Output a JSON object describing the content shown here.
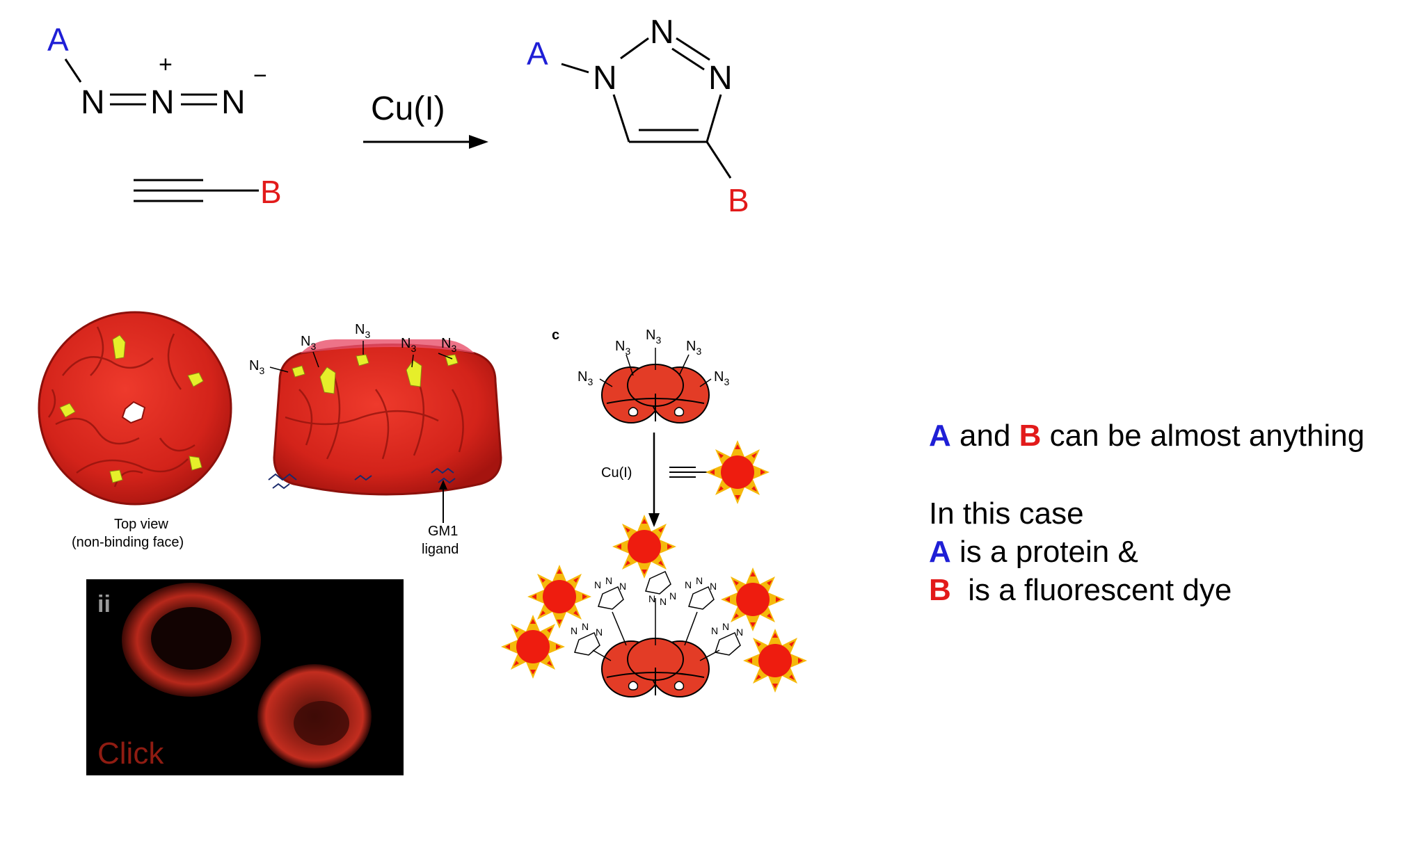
{
  "reaction": {
    "left_label_a": "A",
    "left_label_b": "B",
    "azide_n1": "N",
    "azide_n2": "N",
    "azide_n3": "N",
    "plus": "+",
    "minus": "−",
    "catalyst": "Cu(I)",
    "product_a": "A",
    "product_b": "B",
    "ring_n1": "N",
    "ring_n2": "N",
    "ring_n3": "N"
  },
  "protein_panel": {
    "top_view_line1": "Top view",
    "top_view_line2": "(non-binding face)",
    "n3_label": "N",
    "n3_sub": "3",
    "ligand_line1": "GM1",
    "ligand_line2": "ligand"
  },
  "micrograph": {
    "panel_label": "ii",
    "caption": "Click"
  },
  "scheme_c": {
    "panel_label": "c",
    "n3": "N",
    "n3_sub": "3",
    "catalyst": "Cu(I)",
    "triazole_n": "N"
  },
  "notes": {
    "line1_a": "A",
    "line1_mid": " and ",
    "line1_b": "B",
    "line1_rest": " can be almost anything",
    "line2": "In this case",
    "line3_a": "A",
    "line3_rest": " is a protein &",
    "line4_b": "B",
    "line4_rest": "  is a fluorescent dye"
  },
  "colors": {
    "blue": "#1f1fd6",
    "red": "#e21a1a",
    "protein_red": "#d8261c",
    "highlight_yellow": "#e6ef2a",
    "sun_outer": "#f5b90b",
    "sun_core": "#ee1c0f",
    "micrograph_bg": "#000000",
    "micrograph_signal": "#b8261a"
  }
}
